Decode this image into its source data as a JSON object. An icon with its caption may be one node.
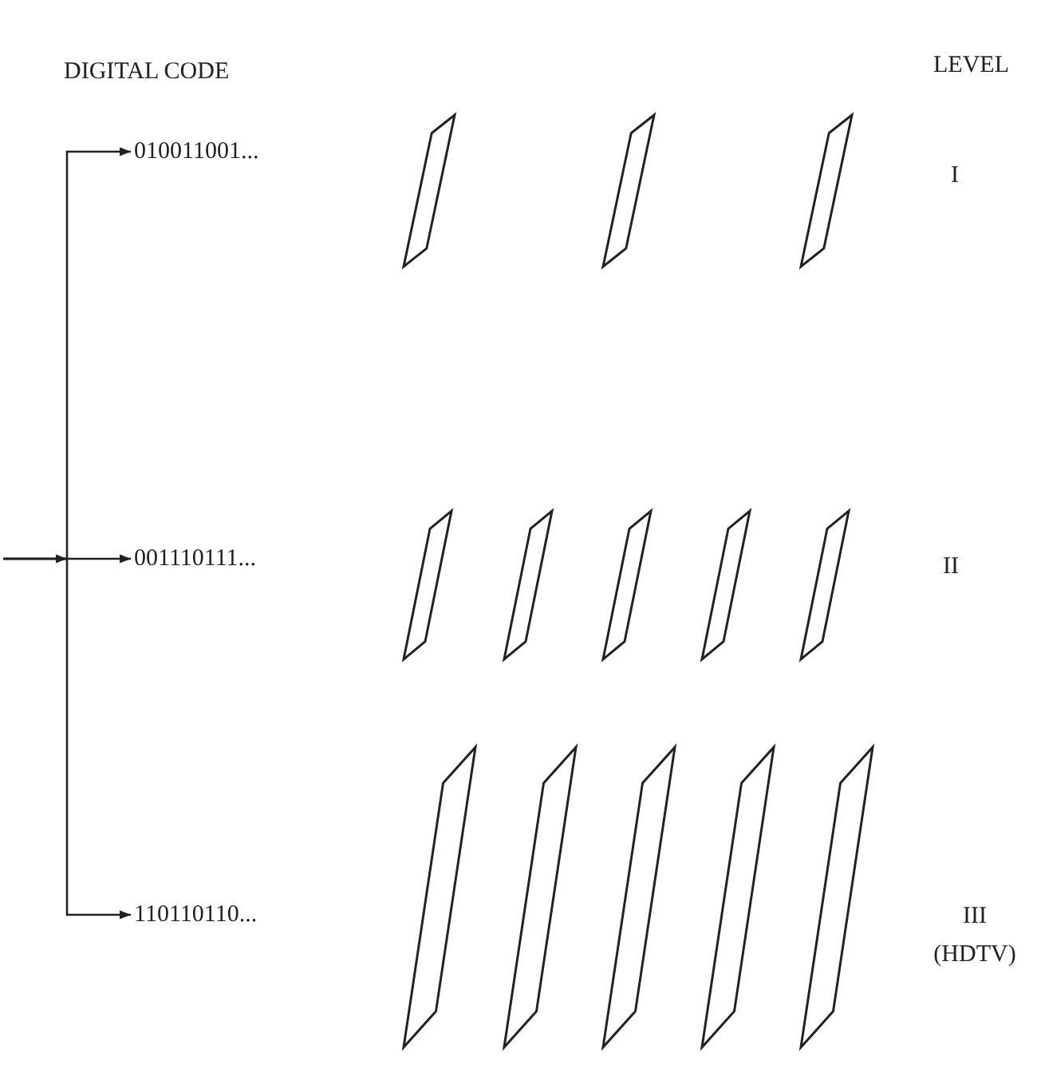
{
  "diagram": {
    "nodes": [
      {
        "text": [
          "010011001..."
        ]
      },
      {
        "text": [
          "001110111..."
        ]
      },
      {
        "text": [
          "110110110..."
        ]
      }
    ],
    "edges": [
      {
        "from": null,
        "to": 0,
        "arrow": "to"
      },
      {
        "from": null,
        "to": 1,
        "arrow": "to"
      },
      {
        "from": null,
        "to": 2,
        "arrow": "to"
      }
    ],
    "labels": [
      "DIGITAL CODE",
      "LEVEL",
      "I",
      "II",
      "III (HDTV)"
    ]
  }
}
